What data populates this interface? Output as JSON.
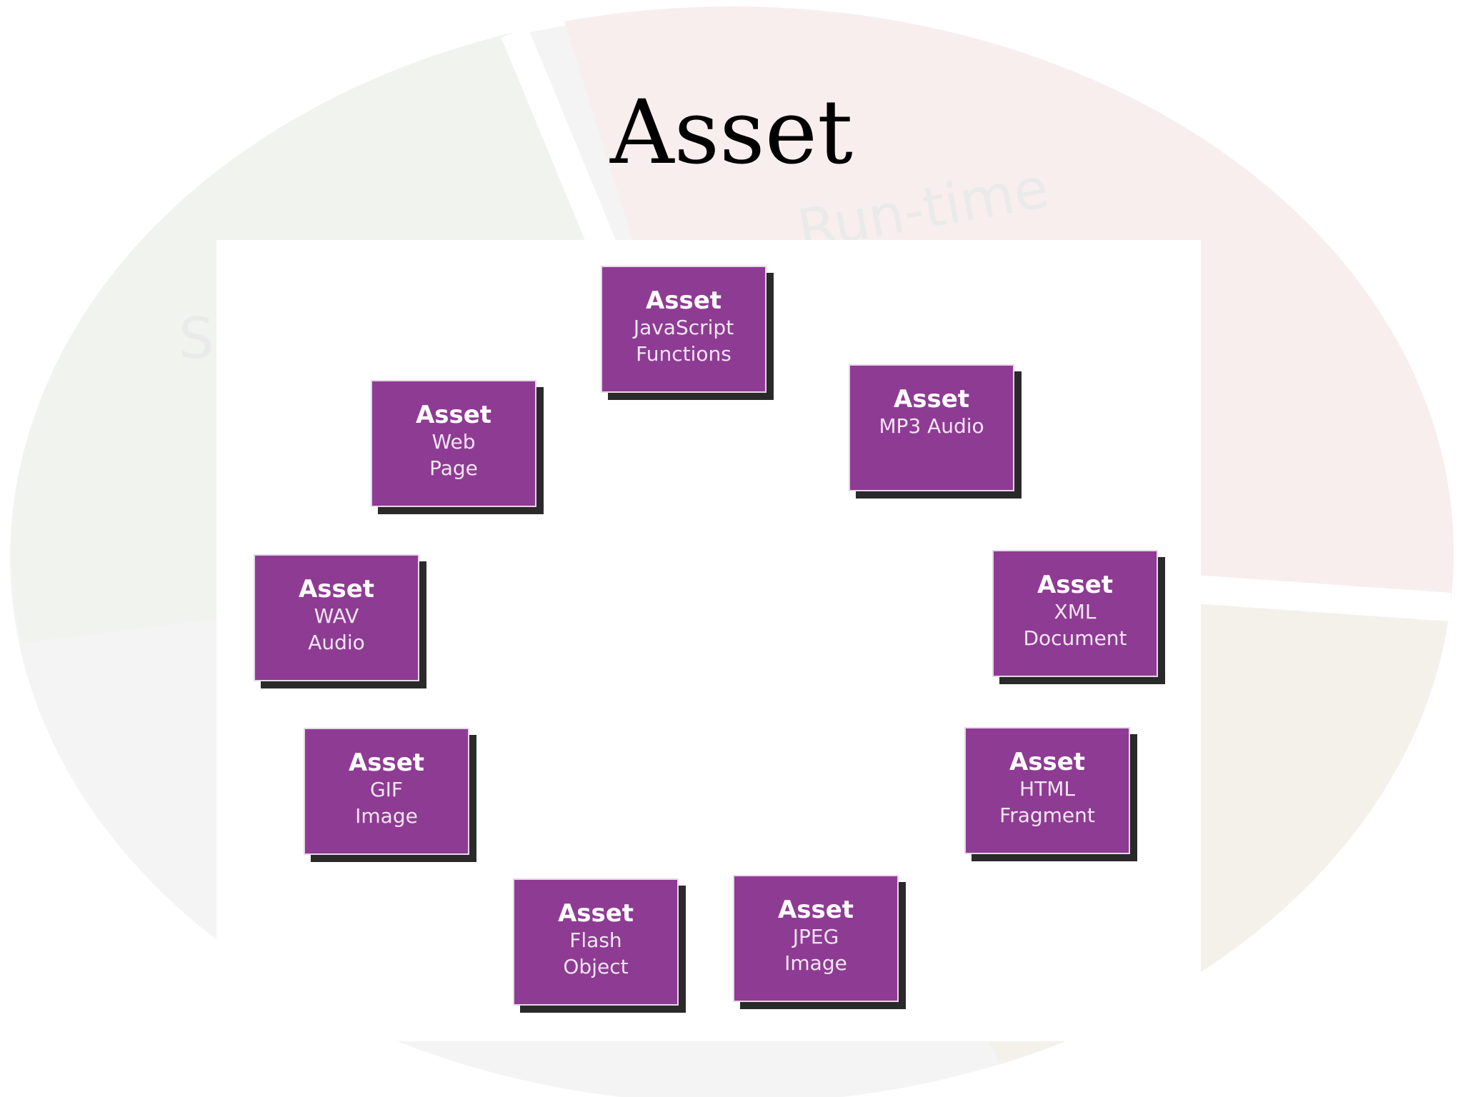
{
  "slide": {
    "title": "Asset",
    "watermark_runtime": "Run-time",
    "watermark_s": "S"
  },
  "assets": [
    {
      "id": "javascript",
      "title": "Asset",
      "lines": [
        "JavaScript",
        "Functions"
      ]
    },
    {
      "id": "mp3",
      "title": "Asset",
      "lines": [
        "MP3 Audio"
      ]
    },
    {
      "id": "xml",
      "title": "Asset",
      "lines": [
        "XML",
        "Document"
      ]
    },
    {
      "id": "html",
      "title": "Asset",
      "lines": [
        "HTML",
        "Fragment"
      ]
    },
    {
      "id": "jpeg",
      "title": "Asset",
      "lines": [
        "JPEG",
        "Image"
      ]
    },
    {
      "id": "flash",
      "title": "Asset",
      "lines": [
        "Flash",
        "Object"
      ]
    },
    {
      "id": "gif",
      "title": "Asset",
      "lines": [
        "GIF",
        "Image"
      ]
    },
    {
      "id": "wav",
      "title": "Asset",
      "lines": [
        "WAV",
        "Audio"
      ]
    },
    {
      "id": "webpage",
      "title": "Asset",
      "lines": [
        "Web",
        "Page"
      ]
    }
  ],
  "colors": {
    "box_fill": "#8e3b93",
    "box_shadow": "#2a2a2a",
    "box_text": "#ffffff"
  }
}
